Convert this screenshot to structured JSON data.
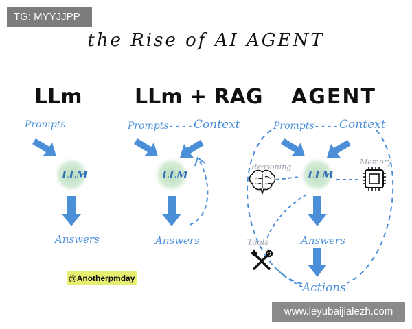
{
  "watermarks": {
    "top_left": "TG: MYYJJPP",
    "bottom_right": "www.leyubaijialezh.com"
  },
  "title": "the Rise of AI AGENT",
  "columns": {
    "llm": {
      "title": "LLm",
      "input": "Prompts",
      "node": "LLM",
      "output": "Answers"
    },
    "rag": {
      "title": "LLm + RAG",
      "input": "Prompts",
      "connector": "- - - -",
      "context": "Context",
      "node": "LLM",
      "output": "Answers"
    },
    "agent": {
      "title": "AGENT",
      "input": "Prompts",
      "connector": "- - - -",
      "context": "Context",
      "node": "LLM",
      "reasoning": "Reasoning",
      "memory": "Memory",
      "tools": "Tools",
      "output": "Answers",
      "actions": "Actions"
    }
  },
  "credit": "@Anotherpmday",
  "colors": {
    "arrow": "#4a8fd8",
    "glow": "#cfe8d2",
    "highlight": "#e7ef72",
    "ink": "#111111"
  },
  "icons": [
    "brain-icon",
    "chip-icon",
    "tools-icon"
  ]
}
